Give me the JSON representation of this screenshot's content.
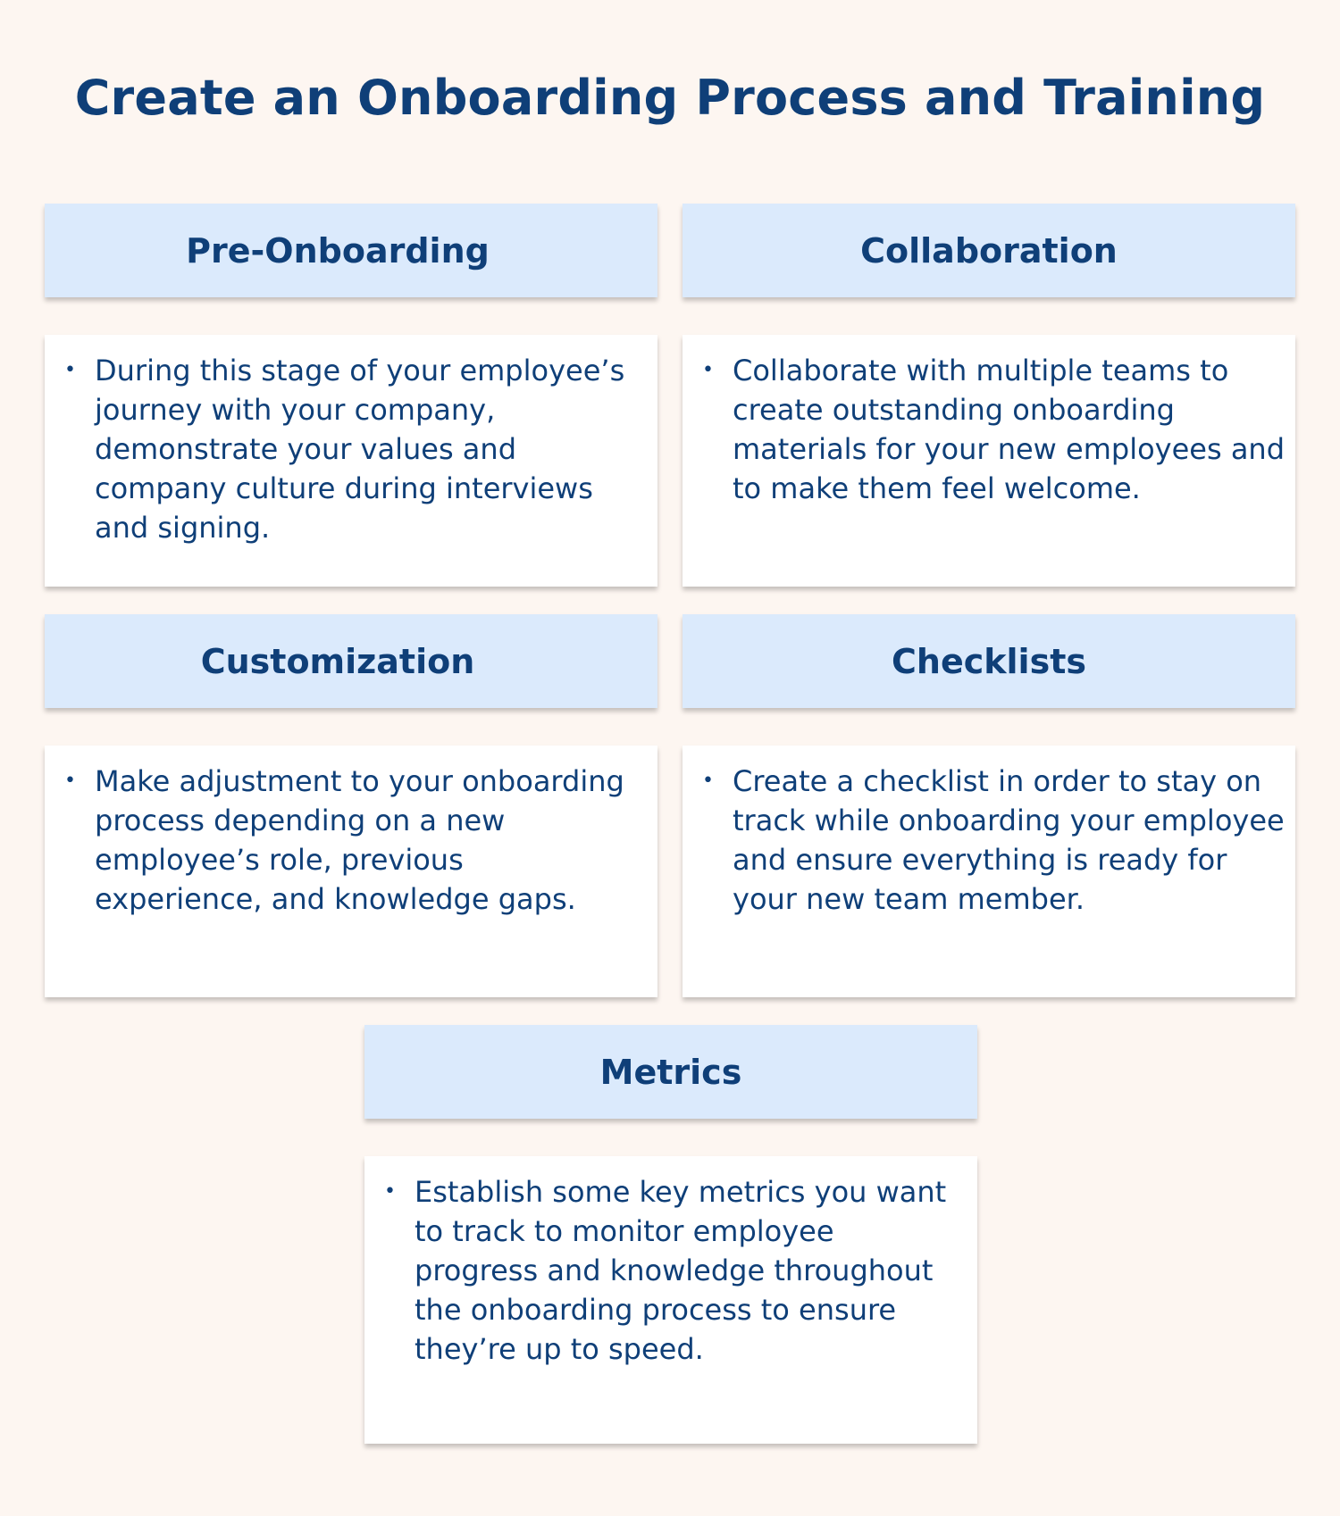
{
  "title": "Create an Onboarding Process and Training",
  "sections": [
    {
      "heading": "Pre-Onboarding",
      "bullet": "•",
      "text": "During this stage of your employee’s journey with your company, demonstrate your values and company culture during interviews and signing."
    },
    {
      "heading": "Collaboration",
      "bullet": "•",
      "text": "Collaborate with multiple teams to create outstanding onboarding materials for your new employees and to make them feel welcome."
    },
    {
      "heading": "Customization",
      "bullet": "•",
      "text": "Make adjustment to your onboarding process depending on a new employee’s role, previous experience, and knowledge gaps."
    },
    {
      "heading": "Checklists",
      "bullet": "•",
      "text": "Create a checklist in order to stay on track while onboarding your employee and ensure everything is ready for your new team member."
    },
    {
      "heading": "Metrics",
      "bullet": "•",
      "text": "Establish some key metrics you want to track to monitor employee progress and knowledge throughout the onboarding process to ensure they’re up to speed."
    }
  ],
  "colors": {
    "background": "#fdf6f1",
    "header_fill": "#dbeafc",
    "card_fill": "#ffffff",
    "text": "#0f3f78"
  }
}
